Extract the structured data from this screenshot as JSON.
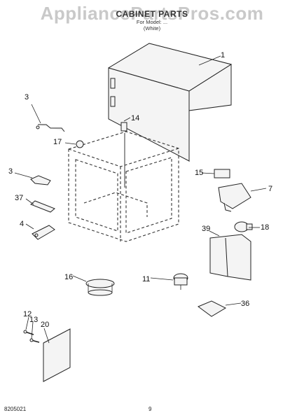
{
  "header": {
    "watermark": "AppliancePartsPros.com",
    "title": "CABINET PARTS",
    "subtitle_1": "For Model: ...",
    "subtitle_2": "(White)"
  },
  "footer": {
    "doc_number": "8205021",
    "page_number": "9"
  },
  "callouts": [
    "1",
    "3",
    "14",
    "17",
    "3",
    "15",
    "7",
    "37",
    "4",
    "18",
    "39",
    "16",
    "11",
    "36",
    "12",
    "13",
    "20"
  ]
}
